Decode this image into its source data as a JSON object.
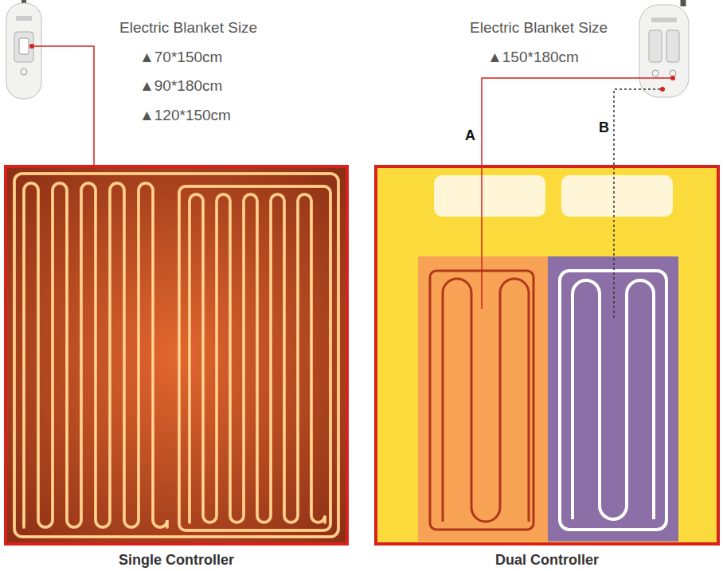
{
  "diagram": {
    "nodes": [
      {
        "text": [
          "Single Controller"
        ]
      },
      {
        "text": [
          "Dual Controller"
        ]
      }
    ],
    "labels": [
      "Electric Blanket Size",
      "▲70*150cm",
      "▲90*180cm",
      "▲120*150cm",
      "Electric Blanket Size",
      "▲150*180cm",
      "A",
      "B"
    ]
  }
}
